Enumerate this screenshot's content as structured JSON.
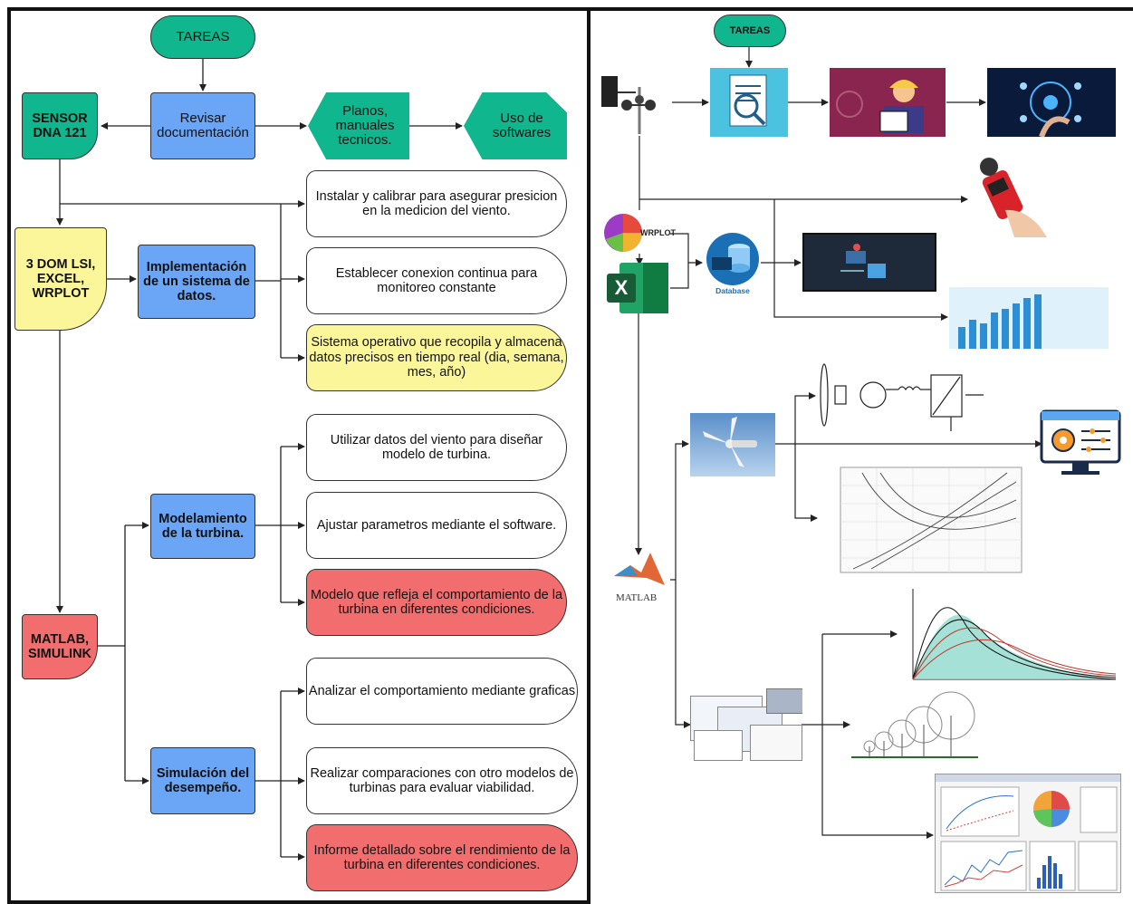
{
  "left": {
    "tareas": "TAREAS",
    "sensor": "SENSOR DNA 121",
    "revisar": "Revisar documentación",
    "planos": "Planos, manuales tecnicos.",
    "uso": "Uso de softwares",
    "software_tools": "3 DOM LSI, EXCEL, WRPLOT",
    "implementacion": "Implementación de un sistema de datos.",
    "instalar": "Instalar y calibrar para asegurar presicion en la medicion del viento.",
    "establecer": "Establecer conexion continua para monitoreo constante",
    "sistema_operativo": "Sistema operativo que recopila y almacena datos precisos en tiempo real (dia, semana, mes, año)",
    "matlab": "MATLAB, SIMULINK",
    "modelamiento": "Modelamiento de la turbina.",
    "utilizar": "Utilizar datos del viento para diseñar modelo de turbina.",
    "ajustar": "Ajustar parametros mediante el software.",
    "modelo": "Modelo que refleja el comportamiento de la turbina en diferentes condiciones.",
    "simulacion": "Simulación del desempeño.",
    "analizar": "Analizar el comportamiento mediante graficas",
    "realizar": "Realizar comparaciones con otro modelos de turbinas para evaluar viabilidad.",
    "informe": "Informe detallado sobre el rendimiento de la turbina en diferentes condiciones."
  },
  "right": {
    "tareas": "TAREAS",
    "wrplot_label": "WRPLOT",
    "excel_letter": "X",
    "database_label": "Database",
    "matlab_label": "MATLAB",
    "colors": {
      "teal": "#10b68e",
      "blue": "#6aa6f5",
      "yellow": "#fcf69a",
      "red": "#f26e6e"
    }
  }
}
